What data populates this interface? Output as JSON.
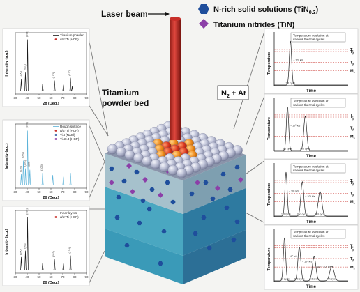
{
  "labels": {
    "laser_beam": "Laser beam",
    "powder_bed_line1": "Titamium",
    "powder_bed_line2": "powder bed",
    "atmosphere_main": "N",
    "atmosphere_sub": "2",
    "atmosphere_rest": " + Ar"
  },
  "legend": {
    "item1_main": "N-rich solid solutions (TiN",
    "item1_sub": "0.3",
    "item1_end": ")",
    "item2": "Titanium nitrides (TiN)",
    "item1_color": "#1f4e9c",
    "item2_color": "#8c3fa8"
  },
  "xrd_panels": [
    {
      "legend": [
        "Titanium powder",
        "α/α'-Ti (HCP)"
      ],
      "ylabel": "Intensity (a.u.)",
      "xlabel": "2θ (Deg.)",
      "xticks": [
        "30",
        "40",
        "50",
        "60",
        "70",
        "80",
        "90"
      ],
      "peak_labels": [
        "(100)",
        "(002)",
        "(101)",
        "(102)",
        "(110)"
      ]
    },
    {
      "legend": [
        "Rough surface",
        "α/α'-Ti (HCP)",
        "TiN (NaCl)",
        "TiN0.3 (HCP)"
      ],
      "ylabel": "Intensity (a.u.)",
      "xlabel": "2θ (Deg.)",
      "xticks": [
        "30",
        "40",
        "50",
        "60",
        "70",
        "80",
        "90"
      ],
      "peak_labels": [
        "(100)",
        "(002)",
        "(101)",
        "(102)",
        "(110)",
        "(103)"
      ]
    },
    {
      "legend": [
        "Inner layers",
        "α/α'-Ti (HCP)"
      ],
      "ylabel": "Intensity (a.u.)",
      "xlabel": "2θ (Deg.)",
      "xticks": [
        "30",
        "40",
        "50",
        "60",
        "70",
        "80",
        "90"
      ],
      "peak_labels": [
        "(100)",
        "(002)",
        "(101)",
        "(102)",
        "(110)"
      ]
    }
  ],
  "thermal_panels": [
    {
      "title_line1": "Temperature evolution at",
      "title_line2": "various thermal cycles",
      "ylabel": "Temperature",
      "xlabel": "Time",
      "levels": [
        "T",
        "T",
        "T",
        "M"
      ],
      "level_subs": [
        "l",
        "β",
        "β",
        "s"
      ],
      "rate_labels": [
        "~ 10⁵ k/s"
      ],
      "cycle_labels": [
        "1st cycle"
      ]
    },
    {
      "title_line1": "Temperature evolution at",
      "title_line2": "various thermal cycles",
      "ylabel": "Temperature",
      "xlabel": "Time",
      "levels": [
        "T",
        "T",
        "T",
        "M"
      ],
      "level_subs": [
        "l",
        "β",
        "β",
        "s"
      ],
      "rate_labels": [
        "~ 10⁵ k/s"
      ],
      "cycle_labels": [
        "1st cycle",
        "2nd cycle"
      ]
    },
    {
      "title_line1": "Temperature evolution at",
      "title_line2": "various thermal cycles",
      "ylabel": "Temperature",
      "xlabel": "Time",
      "levels": [
        "T",
        "T",
        "T",
        "M"
      ],
      "level_subs": [
        "l",
        "β",
        "β",
        "s"
      ],
      "rate_labels": [
        "~ 10⁵ k/s",
        "~ 10⁴ k/s"
      ],
      "cycle_labels": [
        "1st cycle",
        "2nd cycle",
        "3rd cycle"
      ]
    },
    {
      "title_line1": "Temperature evolution at",
      "title_line2": "various thermal cycles",
      "ylabel": "Temperature",
      "xlabel": "Time",
      "levels": [
        "T",
        "T",
        "T",
        "M"
      ],
      "level_subs": [
        "l",
        "β",
        "β",
        "s"
      ],
      "rate_labels": [
        "~ 10⁵ k/s",
        "~ 10⁴ k/s",
        "10³ ~ 10⁴ k/s"
      ],
      "cycle_labels": [
        "1st cycle",
        "2nd cycle",
        "3rd cycle",
        "4th cycle"
      ]
    }
  ],
  "colors": {
    "laser": "#c8302a",
    "spheres": "#c5c8dc",
    "melt_core": "#d8361e",
    "melt_rim": "#ef8a1a",
    "layer_top": "#9fb9c4",
    "layer_mid": "#3e8fae",
    "layer_bottom": "#43a9c2",
    "xrd_black": "#1a1a1a",
    "xrd_blue": "#5cb3d9"
  }
}
